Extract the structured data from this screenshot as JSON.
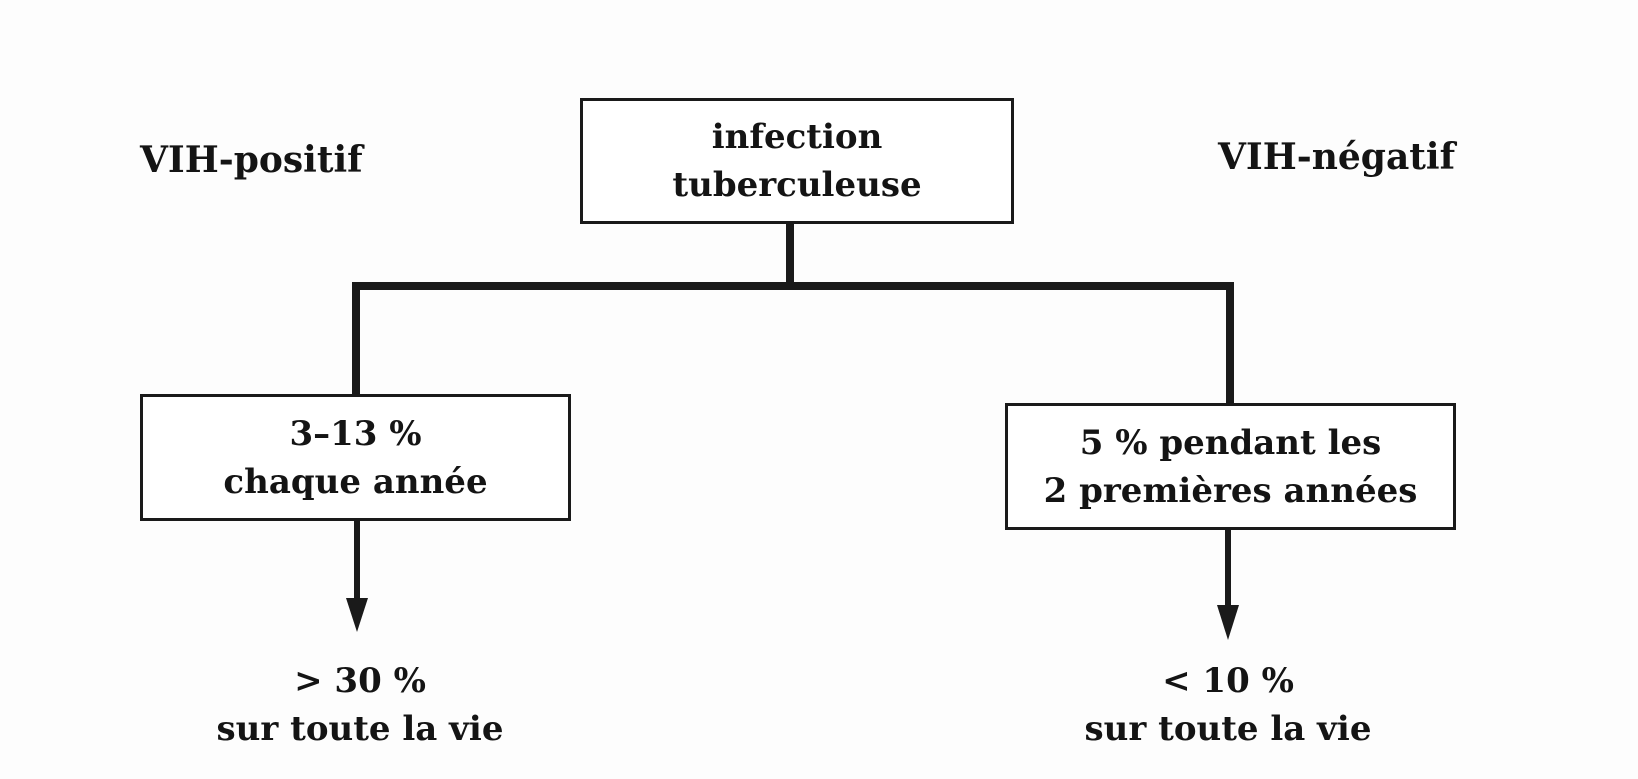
{
  "root": {
    "line1": "infection",
    "line2": "tuberculeuse"
  },
  "left": {
    "group_label": "VIH-positif",
    "box_line1": "3–13 %",
    "box_line2": "chaque année",
    "outcome_line1": "> 30 %",
    "outcome_line2": "sur toute la vie"
  },
  "right": {
    "group_label": "VIH-négatif",
    "box_line1": "5 % pendant les",
    "box_line2": "2 premières années",
    "outcome_line1": "< 10 %",
    "outcome_line2": "sur toute la vie"
  },
  "colors": {
    "line": "#1a1a1a",
    "text": "#141414",
    "background": "#fdfdfd"
  }
}
